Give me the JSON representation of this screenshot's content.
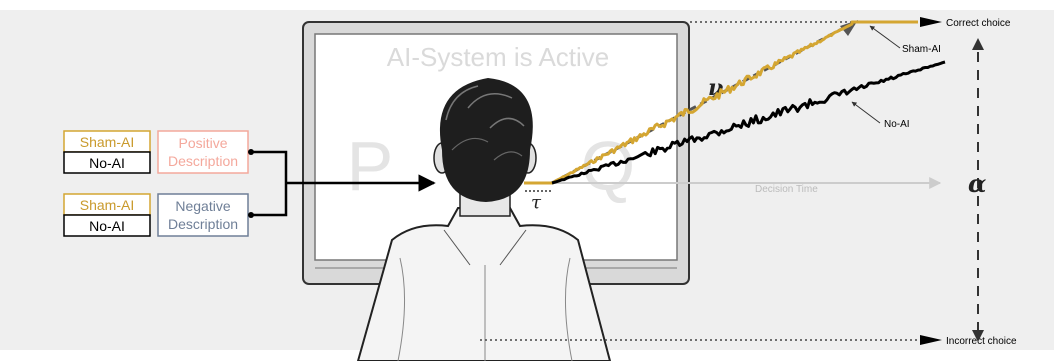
{
  "screen": {
    "title": "AI-System is Active",
    "left_letter": "P",
    "right_letter": "Q"
  },
  "conditions": [
    {
      "group_label": "Sham-AI",
      "control_label": "No-AI",
      "description": "Positive\nDescription",
      "color": "#f4a89c"
    },
    {
      "group_label": "Sham-AI",
      "control_label": "No-AI",
      "description": "Negative\nDescription",
      "color": "#6f7f97"
    }
  ],
  "plot": {
    "x_axis_label": "Decision Time",
    "upper_bound_label": "Correct choice",
    "lower_bound_label": "Incorrect choice",
    "series_sham_label": "Sham-AI",
    "series_noai_label": "No-AI",
    "symbol_drift": "ν",
    "symbol_nondecision": "τ",
    "symbol_boundary": "α"
  },
  "colors": {
    "sham": "#d4a632",
    "noai": "#000000",
    "drift_arrow": "#555555",
    "background_grey": "#eeeeee"
  }
}
